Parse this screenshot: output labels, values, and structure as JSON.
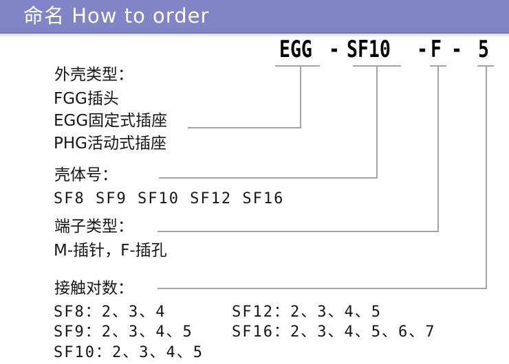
{
  "header": {
    "title": "命名 How to order"
  },
  "part_number": {
    "parts": [
      "EGG",
      "-",
      "SF10",
      "-",
      "F",
      "-",
      "5"
    ]
  },
  "shell_type": {
    "label": "外壳类型：",
    "options": [
      "FGG插头",
      "EGG固定式插座",
      "PHG活动式插座"
    ]
  },
  "shell_size": {
    "label": "壳体号：",
    "options_line": "SF8 SF9 SF10 SF12 SF16"
  },
  "terminal_type": {
    "label": "端子类型：",
    "options_line": "M-插针，F-插孔"
  },
  "contact_pairs": {
    "label": "接触对数：",
    "col1": [
      "SF8：2、3、4",
      "SF9：2、3、4、5",
      "SF10：2、3、4、5"
    ],
    "col2": [
      "SF12：2、3、4、5",
      "SF16：2、3、4、5、6、7"
    ]
  },
  "colors": {
    "header_bg": "#8185c8",
    "header_text": "#ffffff",
    "connector_line": "#a3a3a3",
    "body_text": "#151515"
  }
}
